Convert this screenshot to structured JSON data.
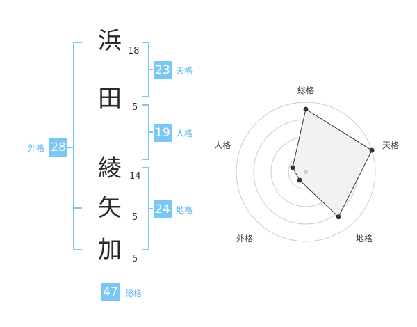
{
  "name_chars": [
    {
      "char": "浜",
      "strokes": "18"
    },
    {
      "char": "田",
      "strokes": "5"
    },
    {
      "char": "綾",
      "strokes": "14"
    },
    {
      "char": "矢",
      "strokes": "5"
    },
    {
      "char": "加",
      "strokes": "5"
    }
  ],
  "kakusu": {
    "tenkaku": {
      "value": "23",
      "label": "天格"
    },
    "jinkaku": {
      "value": "19",
      "label": "人格"
    },
    "chikaku": {
      "value": "24",
      "label": "地格"
    },
    "gaikaku": {
      "value": "28",
      "label": "外格"
    },
    "soukaku": {
      "value": "47",
      "label": "総格"
    }
  },
  "colors": {
    "accent": "#7cc6f3",
    "bracket": "#7cc6f3",
    "ring": "#cccccc",
    "fill": "#f2f2f2",
    "line": "#333333"
  },
  "chart_data": {
    "type": "radar",
    "axes": [
      "総格",
      "天格",
      "地格",
      "外格",
      "人格"
    ],
    "values": [
      0.9,
      1.0,
      0.8,
      0.15,
      0.2
    ],
    "rings": 4
  }
}
